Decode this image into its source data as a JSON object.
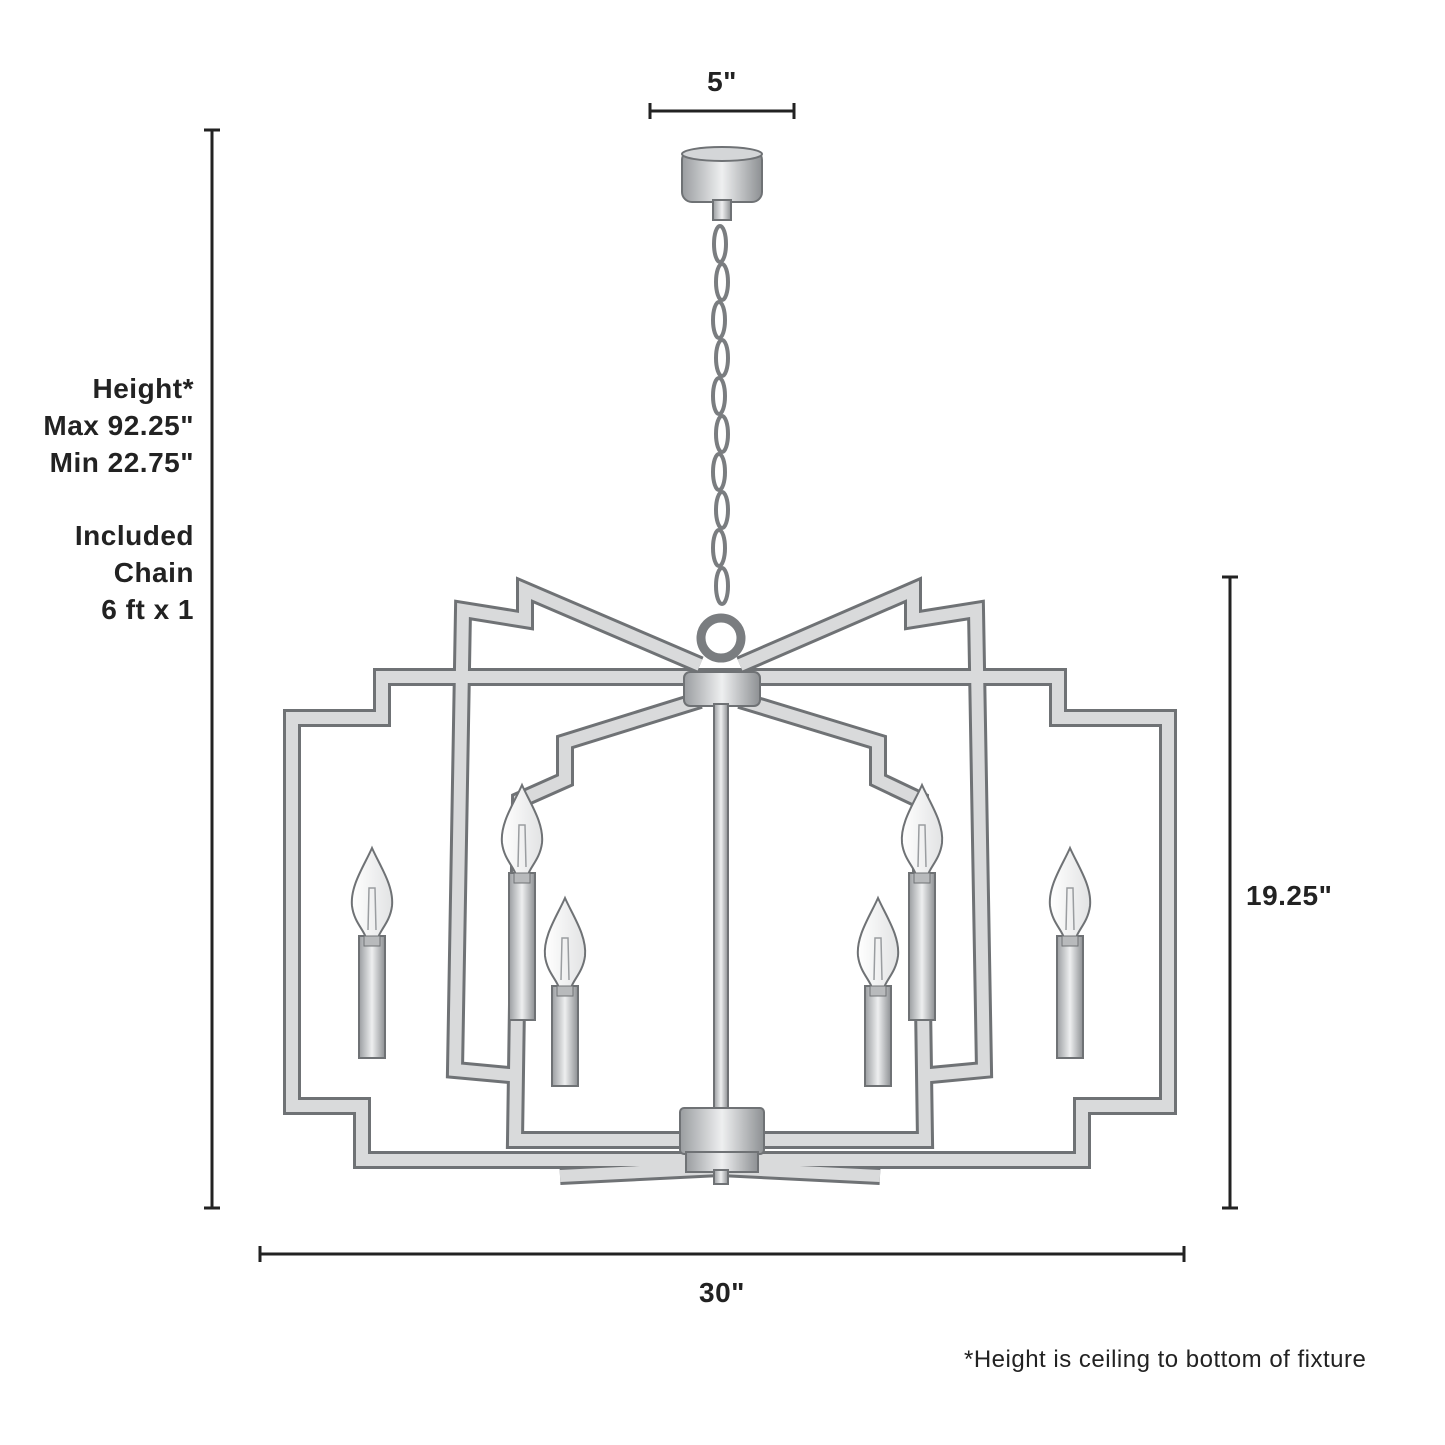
{
  "dimensions": {
    "canopy_width": "5\"",
    "fixture_width": "30\"",
    "fixture_height": "19.25\""
  },
  "height_info": {
    "lines": [
      "Height*",
      "Max 92.25\"",
      "Min 22.75\""
    ]
  },
  "chain_info": {
    "lines": [
      "Included",
      "Chain",
      "6 ft x 1"
    ]
  },
  "footnote": "*Height is ceiling to bottom of fixture",
  "colors": {
    "ink": "#222222",
    "metal": "#c4c6c8",
    "metal_outline": "#6f7275"
  }
}
